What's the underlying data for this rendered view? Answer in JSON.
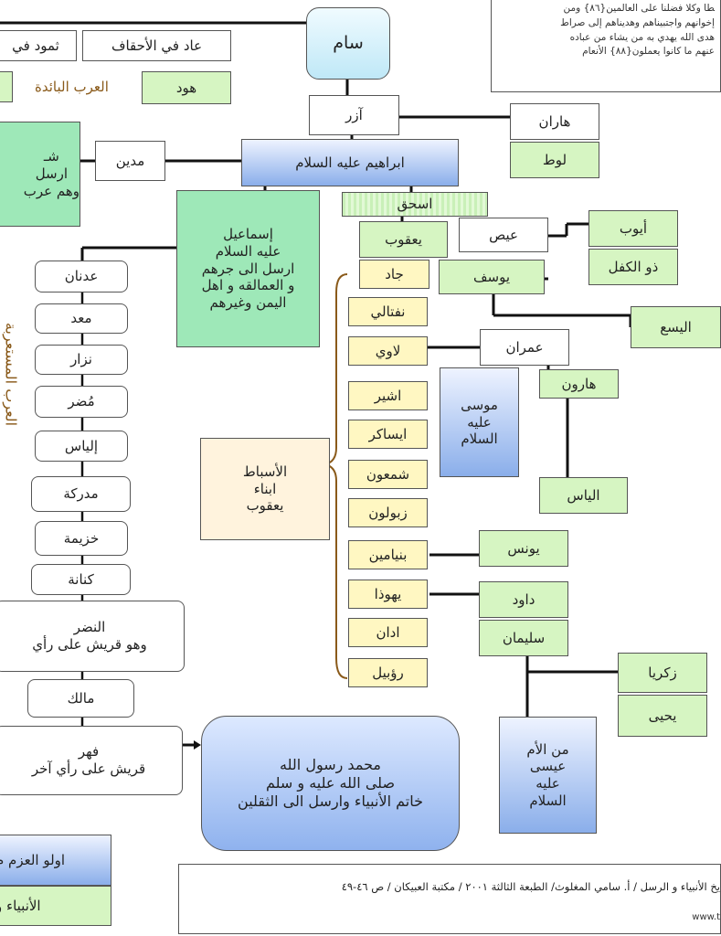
{
  "quote_text": "ﻄﺎ ﻭﻛﻼ ﻓﻀﻠﻨﺎ ﻋﻠﻰ ﺍﻟﻌﺎﻟﻤﻴﻦ{٨٦} ﻭﻣﻦ\nﺇﺧﻮﺍﻧﻬﻢ ﻭﺍﺟﺘﺒﻴﻨﺎﻫﻢ ﻭﻫﺪﻳﻨﺎﻫﻢ ﺇﻟﻰ ﺻﺮﺍﻁ\nﻫﺪﻯ ﺍﻟﻠﻪ ﻳﻬﺪﻱ ﺑﻪ ﻣﻦ ﻳﺸﺎﺀ ﻣﻦ ﻋﺒﺎﺩﻩ\nﻋﻨﻬﻢ ﻣﺎ ﻛﺎﻧﻮﺍ ﻳﻌﻤﻠﻮﻥ{٨٨} ﺍﻷﻧﻌﺎﻡ",
  "nodes": {
    "sam": "سام",
    "thamud": "ثمود في",
    "aad": "عاد في الأحقاف",
    "arab_baida": "العرب البائدة",
    "hud": "هود",
    "azar": "آزر",
    "haran": "هاران",
    "lut": "لوط",
    "shuayb": "شـ\nارسل\nوهم عرب",
    "madyan": "مدين",
    "ibrahim": "ابراهيم عليه السلام",
    "ismail": "إسماعيل\nعليه السلام\nارسل الى جرهم\nو العمالقه و اهل\nاليمن وغيرهم",
    "ishaq": "اسحق",
    "yaqub": "يعقوب",
    "ays": "عيص",
    "ayyub": "أيوب",
    "dhulkifl": "ذو الكفل",
    "yusuf": "يوسف",
    "alyasa": "اليسع",
    "imran": "عمران",
    "musa": "موسى\nعليه\nالسلام",
    "harun": "هارون",
    "ilyas": "الياس",
    "asbat": "الأسباط\nابناء\nيعقوب",
    "yunus": "يونس",
    "dawud": "داود",
    "sulayman": "سليمان",
    "zakariya": "زكريا",
    "yahya": "يحيى",
    "isa": "من الأم\nعيسى\nعليه\nالسلام",
    "muhammad": "محمد رسول الله\nصلى الله عليه و سلم\nخاتم الأنبياء وارسل الى الثقلين",
    "ulul_azm": "اولو العزم م",
    "anbiya": "الأنبياء و",
    "arab_mustaariba": "العرب المستعربة"
  },
  "tribes": {
    "gad": "جاد",
    "naftali": "نفتالي",
    "lawi": "لاوي",
    "asher": "اشير",
    "issachar": "ايساكر",
    "simeon": "شمعون",
    "zebulun": "زبولون",
    "benjamin": "بنيامين",
    "yahuda": "يهوذا",
    "dan": "ادان",
    "reuben": "رؤبيل"
  },
  "lineage": {
    "adnan": "عدنان",
    "maad": "معد",
    "nizar": "نزار",
    "mudar": "مُضر",
    "ilyas": "إلياس",
    "mudrika": "مدركة",
    "khuzayma": "خزيمة",
    "kinana": "كنانة",
    "nadr": "النضر\nوهو قريش على رأي",
    "malik": "مالك",
    "fihr": "فهر\nقريش على رأي آخر"
  },
  "reference": {
    "text": "يخ الأنبياء و الرسل / أ. سامي المغلوث/ الطبعة الثالثة ٢٠٠١ / مكتبة العبيكان / ص ٤٦-٤٩",
    "url": "www.t"
  },
  "colors": {
    "line": "#111111",
    "bracket": "#8a5a1a",
    "green_box": "#d6f5c2",
    "mint_box": "#9ee8b8",
    "blue_box": "#8aaeea",
    "yellow_box": "#fff7c2"
  }
}
